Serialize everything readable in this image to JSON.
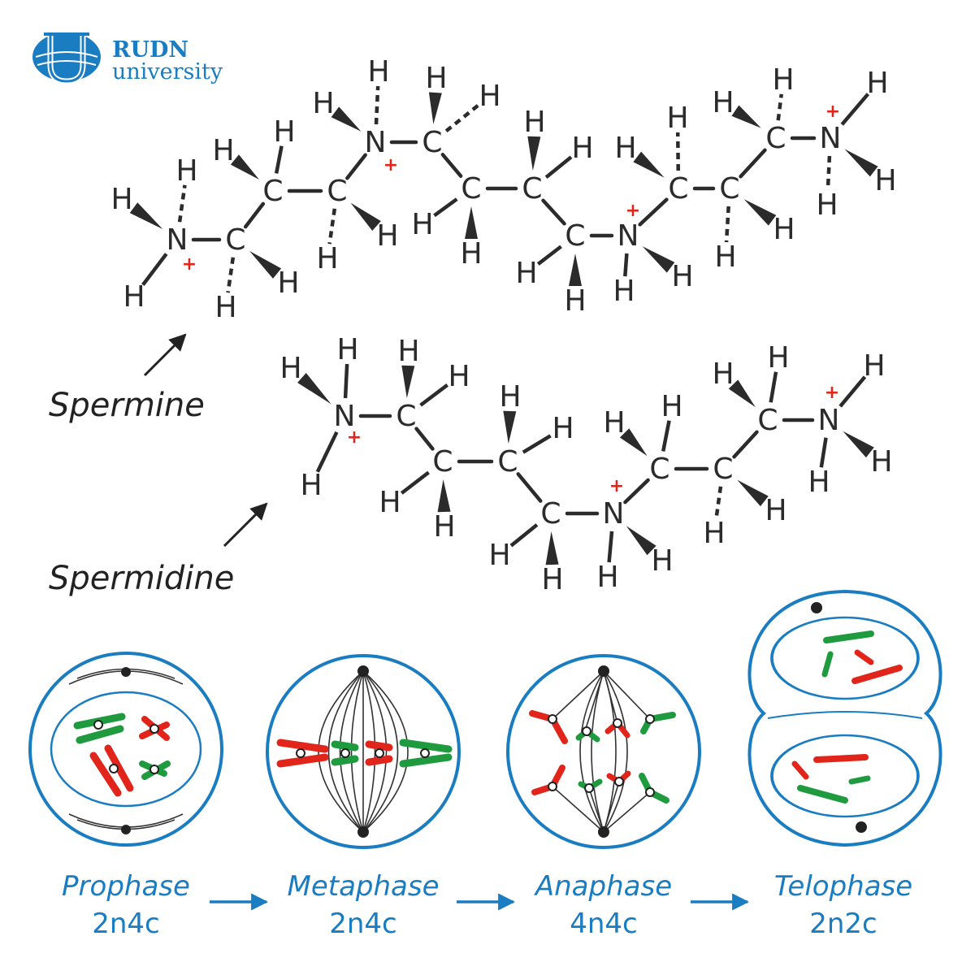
{
  "logo": {
    "name": "RUDN",
    "subtitle": "university",
    "color": "#1a7cc1"
  },
  "molecules": {
    "spermine": {
      "label": "Spermine"
    },
    "spermidine": {
      "label": "Spermidine"
    }
  },
  "atoms": {
    "carbon": "C",
    "nitrogen": "N",
    "hydrogen": "H",
    "charge": "+"
  },
  "phases": [
    {
      "name": "Prophase",
      "ploidy": "2n4c"
    },
    {
      "name": "Metaphase",
      "ploidy": "2n4c"
    },
    {
      "name": "Anaphase",
      "ploidy": "4n4c"
    },
    {
      "name": "Telophase",
      "ploidy": "2n2c"
    }
  ],
  "colors": {
    "accent": "#1a7cc1",
    "chromosome_red": "#e1251b",
    "chromosome_green": "#1f9a3e",
    "bond": "#2b2b2b"
  }
}
